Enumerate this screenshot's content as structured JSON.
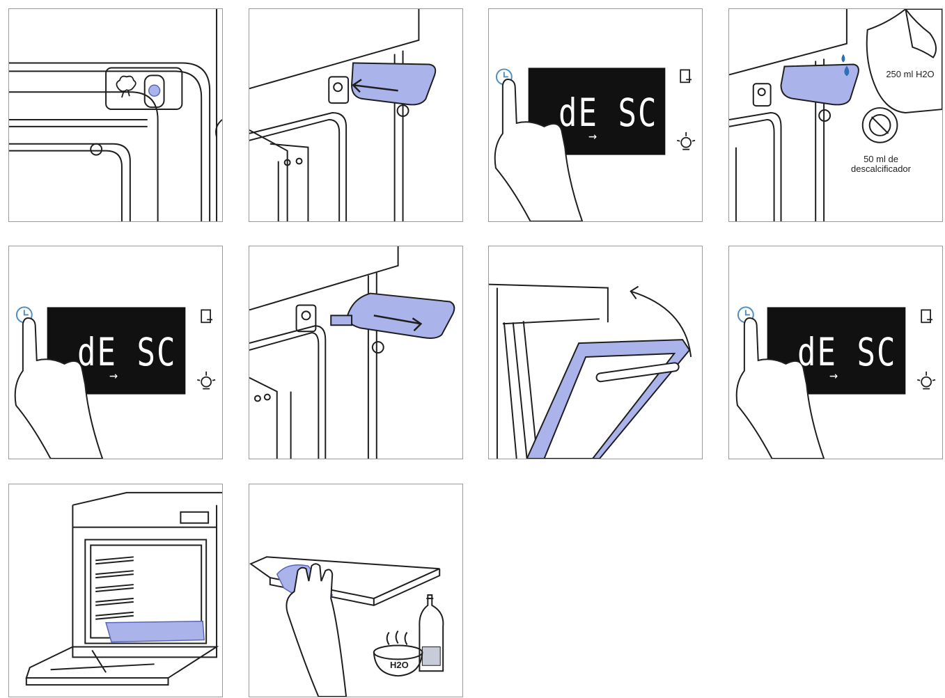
{
  "colors": {
    "accent_fill": "#aab3ea",
    "accent_stroke": "#5b65b8",
    "line": "#1e1e1e",
    "display_bg": "#111111",
    "display_text": "#ffffff",
    "button_ring": "#4f8fc3",
    "water_drop": "#2f6fb6"
  },
  "steps": [
    {
      "id": 1,
      "scene": "steam-button"
    },
    {
      "id": 2,
      "scene": "remove-tank"
    },
    {
      "id": 3,
      "scene": "display-press",
      "display_text": "dE SC",
      "display_arrow": "→"
    },
    {
      "id": 4,
      "scene": "fill-tank",
      "water_label": "250 ml H2O",
      "descaler_label_1": "50 ml de",
      "descaler_label_2": "descalcificador"
    },
    {
      "id": 5,
      "scene": "display-press",
      "display_text": "dE SC",
      "display_arrow": "→"
    },
    {
      "id": 6,
      "scene": "insert-tank"
    },
    {
      "id": 7,
      "scene": "open-door"
    },
    {
      "id": 8,
      "scene": "display-press",
      "display_text": "dE SC",
      "display_arrow": "→"
    },
    {
      "id": 9,
      "scene": "oven-tray"
    },
    {
      "id": 10,
      "scene": "wipe-tray",
      "bowl_label": "H2O"
    }
  ]
}
